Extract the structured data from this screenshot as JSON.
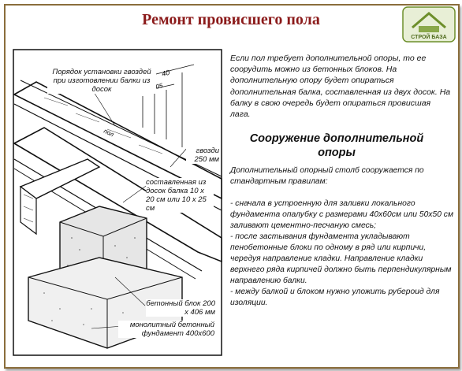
{
  "title": "Ремонт провисшего пола",
  "logo": {
    "text": "СТРОЙ БАЗА",
    "brand_color": "#6d8f2b"
  },
  "drawing": {
    "labels": {
      "nail_order": "Порядок установки гвоздей при изготовлении балки из досок",
      "dim_top": "40",
      "dim_mid": "205",
      "floor": "пол",
      "nails": "гвозди 250 мм",
      "beam": "составленная из досок балка 10 х 20 см или 10 х 25 см",
      "block": "бетонный блок 200 х 406 мм",
      "foundation": "монолитный бетонный фундамент 400х600"
    }
  },
  "text": {
    "intro": "Если пол требует дополнительной опоры, то ее соорудить можно из бетонных блоков. На дополнительную опору будет опираться дополнительная балка, составленная из двух досок. На балку в свою очередь будет опираться провисшая лага.",
    "section_title": "Сооружение дополнительной опоры",
    "p1": "Дополнительный опорный столб сооружается по стандартным правилам:",
    "p2": "- сначала в устроенную для заливки локального фундамента опалубку с размерами 40х60см или 50х50 см заливают цементно-песчаную смесь;",
    "p3": "- после застывания фундамента укладывают пенобетонные блоки по одному в ряд или кирпичи, чередуя направление кладки. Направление кладки верхнего ряда кирпичей должно быть перпендикулярным направлению балки.",
    "p4": "- между балкой и блоком нужно уложить рубероид для изоляции."
  }
}
